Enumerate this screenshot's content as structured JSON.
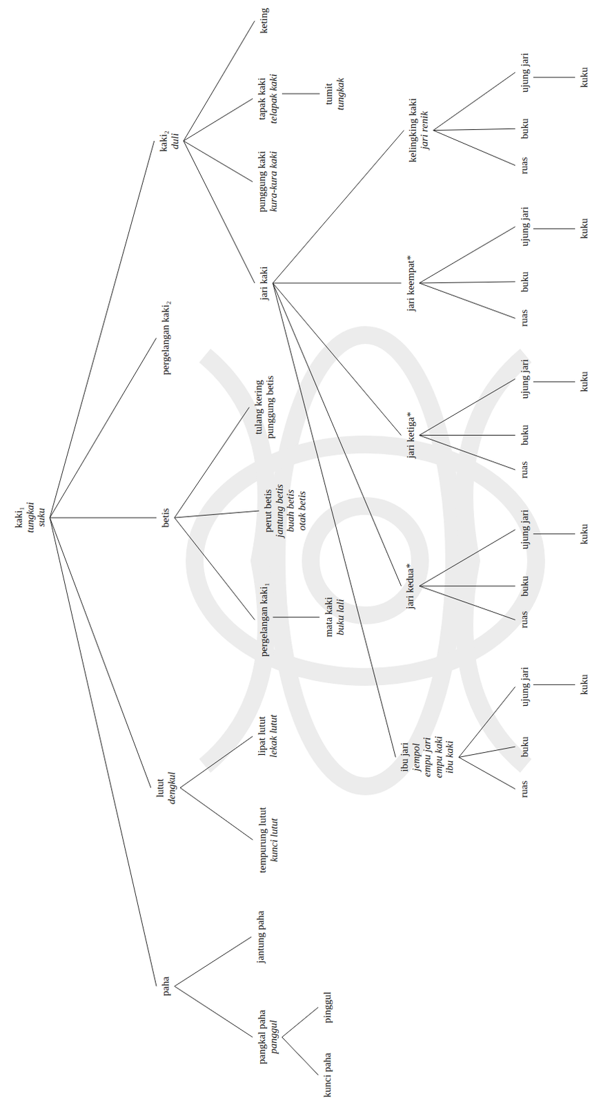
{
  "diagram": {
    "nodes": [
      {
        "text": [
          "kaki₁",
          "tungkai",
          "suku"
        ]
      },
      {
        "text": [
          "kaki₂",
          "duli"
        ]
      },
      {
        "text": [
          "keting"
        ]
      },
      {
        "text": [
          "tapak kaki",
          "telapak kaki"
        ]
      },
      {
        "text": [
          "tumit",
          "tungkak"
        ]
      },
      {
        "text": [
          "punggung kaki",
          "kura-kura kaki"
        ]
      },
      {
        "text": [
          "jari kaki"
        ]
      },
      {
        "text": [
          "kelingking kaki",
          "jari renik"
        ]
      },
      {
        "text": [
          "ujung jari"
        ]
      },
      {
        "text": [
          "kuku"
        ]
      },
      {
        "text": [
          "buku"
        ]
      },
      {
        "text": [
          "ruas"
        ]
      },
      {
        "text": [
          "jari keempat*"
        ]
      },
      {
        "text": [
          "ujung jari"
        ]
      },
      {
        "text": [
          "kuku"
        ]
      },
      {
        "text": [
          "buku"
        ]
      },
      {
        "text": [
          "ruas"
        ]
      },
      {
        "text": [
          "jari ketiga*"
        ]
      },
      {
        "text": [
          "ujung jari"
        ]
      },
      {
        "text": [
          "kuku"
        ]
      },
      {
        "text": [
          "buku"
        ]
      },
      {
        "text": [
          "ruas"
        ]
      },
      {
        "text": [
          "jari kedua*"
        ]
      },
      {
        "text": [
          "ujung jari"
        ]
      },
      {
        "text": [
          "kuku"
        ]
      },
      {
        "text": [
          "buku"
        ]
      },
      {
        "text": [
          "ruas"
        ]
      },
      {
        "text": [
          "ibu jari",
          "jempol",
          "empu jari",
          "empu kaki",
          "ibu kaki"
        ]
      },
      {
        "text": [
          "ujung jari"
        ]
      },
      {
        "text": [
          "kuku"
        ]
      },
      {
        "text": [
          "buku"
        ]
      },
      {
        "text": [
          "ruas"
        ]
      },
      {
        "text": [
          "pergelangan kaki₂"
        ]
      },
      {
        "text": [
          "betis"
        ]
      },
      {
        "text": [
          "tulang kering",
          "punggung betis"
        ]
      },
      {
        "text": [
          "perut betis",
          "jantung betis",
          "buah betis",
          "otak betis"
        ]
      },
      {
        "text": [
          "pergelangan kaki₁"
        ]
      },
      {
        "text": [
          "mata kaki",
          "buku lali"
        ]
      },
      {
        "text": [
          "lutut",
          "dengkul"
        ]
      },
      {
        "text": [
          "lipat lutut",
          "lekak lutut"
        ]
      },
      {
        "text": [
          "tempurung lutut",
          "kunci lutut"
        ]
      },
      {
        "text": [
          "paha"
        ]
      },
      {
        "text": [
          "jantung paha"
        ]
      },
      {
        "text": [
          "pangkal paha",
          "panggul"
        ]
      },
      {
        "text": [
          "pinggul"
        ]
      },
      {
        "text": [
          "kunci paha"
        ]
      }
    ],
    "edges": [
      {
        "from": 0,
        "to": 1,
        "arrow": "none"
      },
      {
        "from": 0,
        "to": 32,
        "arrow": "none"
      },
      {
        "from": 0,
        "to": 33,
        "arrow": "none"
      },
      {
        "from": 0,
        "to": 38,
        "arrow": "none"
      },
      {
        "from": 0,
        "to": 41,
        "arrow": "none"
      },
      {
        "from": 1,
        "to": 2,
        "arrow": "none"
      },
      {
        "from": 1,
        "to": 3,
        "arrow": "none"
      },
      {
        "from": 1,
        "to": 5,
        "arrow": "none"
      },
      {
        "from": 1,
        "to": 6,
        "arrow": "none"
      },
      {
        "from": 3,
        "to": 4,
        "arrow": "none"
      },
      {
        "from": 6,
        "to": 7,
        "arrow": "none"
      },
      {
        "from": 6,
        "to": 12,
        "arrow": "none"
      },
      {
        "from": 6,
        "to": 17,
        "arrow": "none"
      },
      {
        "from": 6,
        "to": 22,
        "arrow": "none"
      },
      {
        "from": 6,
        "to": 27,
        "arrow": "none"
      },
      {
        "from": 7,
        "to": 8,
        "arrow": "none"
      },
      {
        "from": 8,
        "to": 9,
        "arrow": "none"
      },
      {
        "from": 7,
        "to": 10,
        "arrow": "none"
      },
      {
        "from": 7,
        "to": 11,
        "arrow": "none"
      },
      {
        "from": 12,
        "to": 13,
        "arrow": "none"
      },
      {
        "from": 13,
        "to": 14,
        "arrow": "none"
      },
      {
        "from": 12,
        "to": 15,
        "arrow": "none"
      },
      {
        "from": 12,
        "to": 16,
        "arrow": "none"
      },
      {
        "from": 17,
        "to": 18,
        "arrow": "none"
      },
      {
        "from": 18,
        "to": 19,
        "arrow": "none"
      },
      {
        "from": 17,
        "to": 20,
        "arrow": "none"
      },
      {
        "from": 17,
        "to": 21,
        "arrow": "none"
      },
      {
        "from": 22,
        "to": 23,
        "arrow": "none"
      },
      {
        "from": 23,
        "to": 24,
        "arrow": "none"
      },
      {
        "from": 22,
        "to": 25,
        "arrow": "none"
      },
      {
        "from": 22,
        "to": 26,
        "arrow": "none"
      },
      {
        "from": 27,
        "to": 28,
        "arrow": "none"
      },
      {
        "from": 28,
        "to": 29,
        "arrow": "none"
      },
      {
        "from": 27,
        "to": 30,
        "arrow": "none"
      },
      {
        "from": 27,
        "to": 31,
        "arrow": "none"
      },
      {
        "from": 33,
        "to": 34,
        "arrow": "none"
      },
      {
        "from": 33,
        "to": 35,
        "arrow": "none"
      },
      {
        "from": 33,
        "to": 36,
        "arrow": "none"
      },
      {
        "from": 36,
        "to": 37,
        "arrow": "none"
      },
      {
        "from": 38,
        "to": 39,
        "arrow": "none"
      },
      {
        "from": 38,
        "to": 40,
        "arrow": "none"
      },
      {
        "from": 41,
        "to": 42,
        "arrow": "none"
      },
      {
        "from": 41,
        "to": 43,
        "arrow": "none"
      },
      {
        "from": 43,
        "to": 44,
        "arrow": "none"
      },
      {
        "from": 43,
        "to": 45,
        "arrow": "none"
      }
    ]
  }
}
